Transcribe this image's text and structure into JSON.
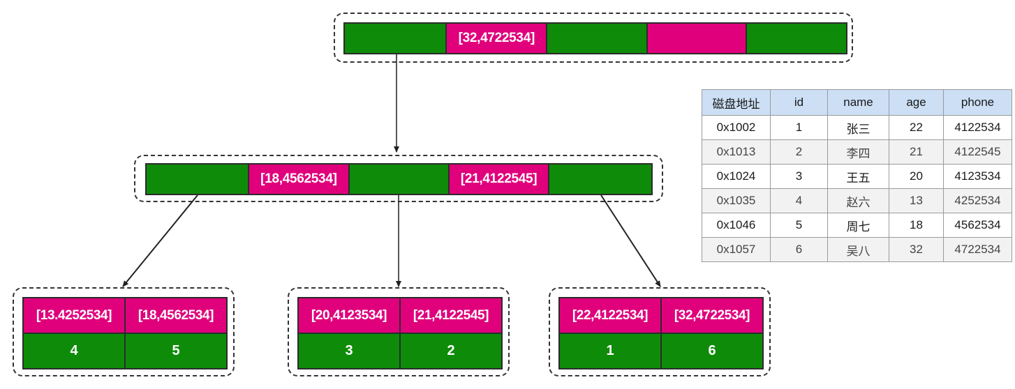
{
  "diagram": {
    "title": "B+ tree index with disk address record table",
    "colors": {
      "green": "#0f8b0a",
      "pink": "#e0007c",
      "border": "#2b2b2b",
      "dashed_border": "#333333",
      "table_header_bg": "#ccdff5",
      "table_alt_row_bg": "#f2f2f2"
    },
    "root_node": {
      "name": "root-index-node",
      "cells": [
        {
          "type": "pointer",
          "color": "green",
          "label": ""
        },
        {
          "type": "key",
          "color": "pink",
          "label": "[32,4722534]"
        },
        {
          "type": "pointer",
          "color": "green",
          "label": ""
        },
        {
          "type": "key",
          "color": "pink",
          "label": ""
        },
        {
          "type": "pointer",
          "color": "green",
          "label": ""
        }
      ]
    },
    "internal_node": {
      "name": "internal-index-node",
      "cells": [
        {
          "type": "pointer",
          "color": "green",
          "label": ""
        },
        {
          "type": "key",
          "color": "pink",
          "label": "[18,4562534]"
        },
        {
          "type": "pointer",
          "color": "green",
          "label": ""
        },
        {
          "type": "key",
          "color": "pink",
          "label": "[21,4122545]"
        },
        {
          "type": "pointer",
          "color": "green",
          "label": ""
        }
      ]
    },
    "leaf_nodes": [
      {
        "name": "leaf-node-1",
        "keys": [
          "[13.4252534]",
          "[18,4562534]"
        ],
        "values": [
          "4",
          "5"
        ]
      },
      {
        "name": "leaf-node-2",
        "keys": [
          "[20,4123534]",
          "[21,4122545]"
        ],
        "values": [
          "3",
          "2"
        ]
      },
      {
        "name": "leaf-node-3",
        "keys": [
          "[22,4122534]",
          "[32,4722534]"
        ],
        "values": [
          "1",
          "6"
        ]
      }
    ]
  },
  "data_table": {
    "name": "record-table",
    "headers": [
      "磁盘地址",
      "id",
      "name",
      "age",
      "phone"
    ],
    "rows": [
      [
        "0x1002",
        "1",
        "张三",
        "22",
        "4122534"
      ],
      [
        "0x1013",
        "2",
        "李四",
        "21",
        "4122545"
      ],
      [
        "0x1024",
        "3",
        "王五",
        "20",
        "4123534"
      ],
      [
        "0x1035",
        "4",
        "赵六",
        "13",
        "4252534"
      ],
      [
        "0x1046",
        "5",
        "周七",
        "18",
        "4562534"
      ],
      [
        "0x1057",
        "6",
        "吴八",
        "32",
        "4722534"
      ]
    ]
  }
}
